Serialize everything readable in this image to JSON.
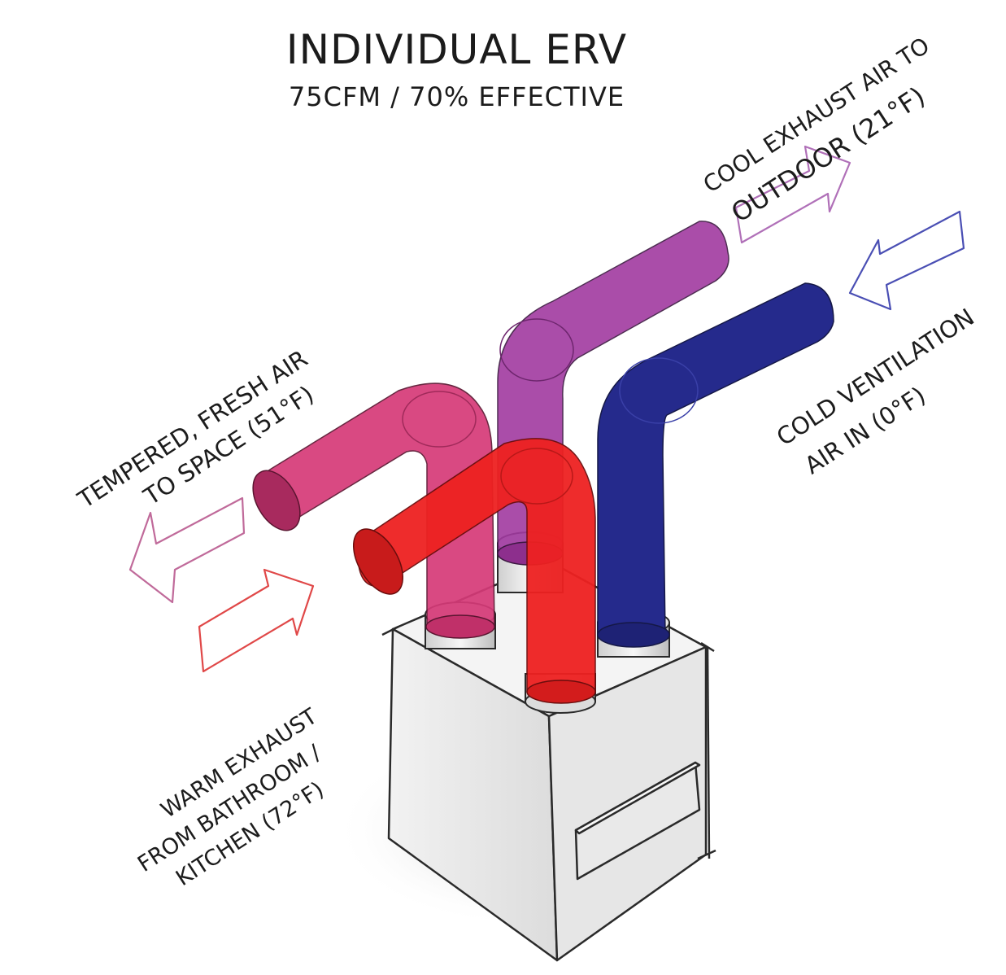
{
  "title": "INDIVIDUAL ERV",
  "subtitle": "75CFM / 70% EFFECTIVE",
  "labels": {
    "tempered": [
      "TEMPERED, FRESH AIR",
      "TO SPACE (51°F)"
    ],
    "warm": [
      "WARM EXHAUST",
      "FROM BATHROOM /",
      "KITCHEN (72°F)"
    ],
    "cool": [
      "COOL EXHAUST AIR TO",
      "OUTDOOR (21°F)"
    ],
    "cold": [
      "COLD VENTILATION",
      "AIR IN (0°F)"
    ]
  },
  "colors": {
    "tempered": "#d63a78",
    "warm": "#ee2121",
    "cool": "#a13aa0",
    "cold": "#252a8c",
    "arrow_tempered": "#c06a9a",
    "arrow_warm": "#e04848",
    "arrow_cool": "#b070b8",
    "arrow_cold": "#4a4fb4"
  }
}
